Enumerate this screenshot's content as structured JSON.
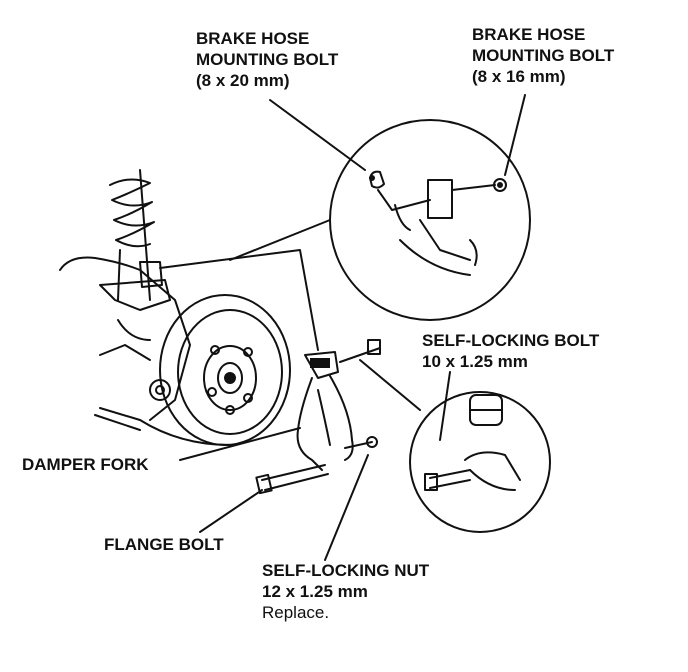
{
  "labels": {
    "brake_hose_bolt_1": {
      "line1": "BRAKE HOSE",
      "line2": "MOUNTING BOLT",
      "line3": "(8 x 20 mm)"
    },
    "brake_hose_bolt_2": {
      "line1": "BRAKE HOSE",
      "line2": "MOUNTING BOLT",
      "line3": "(8 x 16 mm)"
    },
    "self_locking_bolt": {
      "line1": "SELF-LOCKING BOLT",
      "line2": "10 x 1.25 mm"
    },
    "damper_fork": "DAMPER FORK",
    "flange_bolt": "FLANGE BOLT",
    "self_locking_nut": {
      "line1": "SELF-LOCKING NUT",
      "line2": "12 x 1.25 mm",
      "line3": "Replace."
    }
  },
  "colors": {
    "ink": "#111111",
    "paper": "#ffffff"
  }
}
